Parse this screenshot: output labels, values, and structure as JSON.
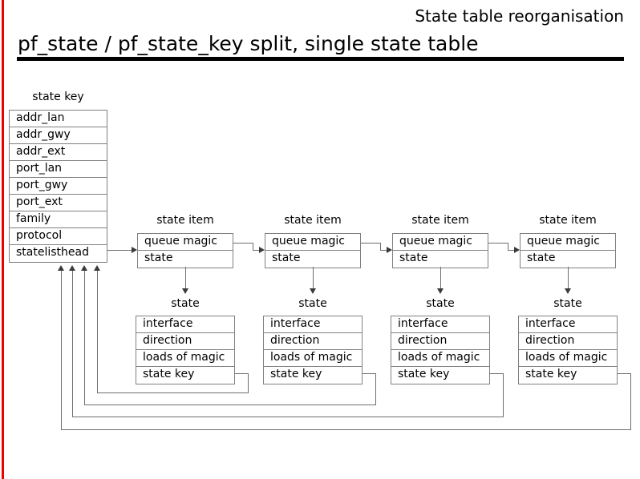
{
  "slide": {
    "eyebrow": "State table reorganisation",
    "title": "pf_state / pf_state_key split, single state table",
    "accent_color": "#ee0000",
    "rule_color": "#000000",
    "line_color": "#6e6e6e"
  },
  "state_key": {
    "caption": "state key",
    "rows": [
      "addr_lan",
      "addr_gwy",
      "addr_ext",
      "port_lan",
      "port_gwy",
      "port_ext",
      "family",
      "protocol",
      "statelisthead"
    ]
  },
  "state_items": [
    {
      "caption": "state item",
      "rows": [
        "queue magic",
        "state"
      ]
    },
    {
      "caption": "state item",
      "rows": [
        "queue magic",
        "state"
      ]
    },
    {
      "caption": "state item",
      "rows": [
        "queue magic",
        "state"
      ]
    },
    {
      "caption": "state item",
      "rows": [
        "queue magic",
        "state"
      ]
    }
  ],
  "states": [
    {
      "caption": "state",
      "rows": [
        "interface",
        "direction",
        "loads of magic",
        "state key"
      ]
    },
    {
      "caption": "state",
      "rows": [
        "interface",
        "direction",
        "loads of magic",
        "state key"
      ]
    },
    {
      "caption": "state",
      "rows": [
        "interface",
        "direction",
        "loads of magic",
        "state key"
      ]
    },
    {
      "caption": "state",
      "rows": [
        "interface",
        "direction",
        "loads of magic",
        "state key"
      ]
    }
  ]
}
